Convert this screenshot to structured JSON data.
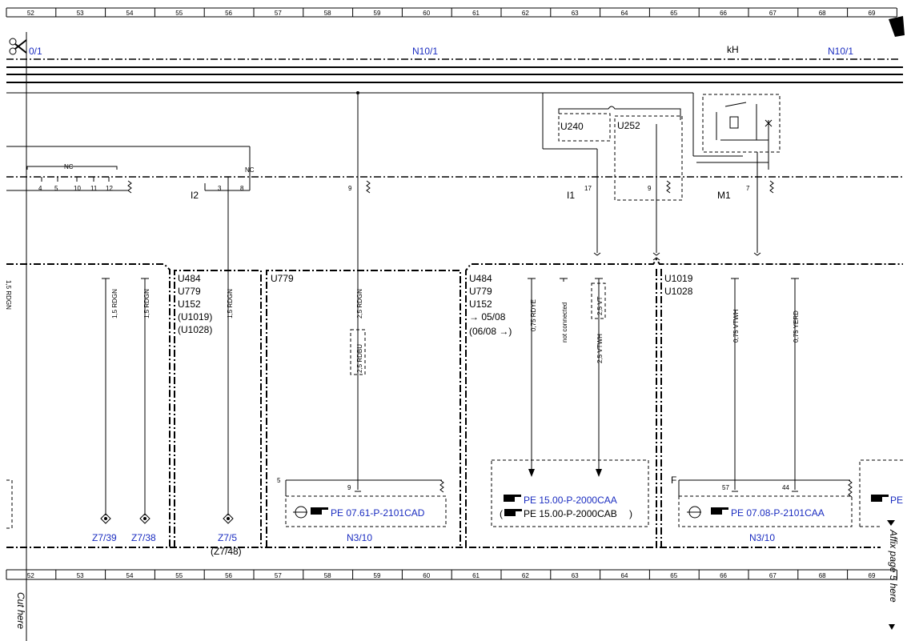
{
  "ruler": {
    "top_numbers": [
      "52",
      "53",
      "54",
      "55",
      "56",
      "57",
      "58",
      "59",
      "60",
      "61",
      "62",
      "63",
      "64",
      "65",
      "66",
      "67",
      "68",
      "69"
    ],
    "bottom_numbers": [
      "52",
      "53",
      "54",
      "55",
      "56",
      "57",
      "58",
      "59",
      "60",
      "61",
      "62",
      "63",
      "64",
      "65",
      "66",
      "67",
      "68",
      "69"
    ]
  },
  "header": {
    "left_label": "0/1",
    "center_label": "N10/1",
    "kh_label": "kH",
    "right_label": "N10/1"
  },
  "upper": {
    "nc_left": "NC",
    "nc_right": "NC",
    "pins_left": [
      "4",
      "5",
      "10",
      "11",
      "12"
    ],
    "pin_3": "3",
    "pin_8": "8",
    "pin_9a": "9",
    "pin_17": "17",
    "pin_9b": "9",
    "pin_7": "7",
    "i2": "I2",
    "i1": "I1",
    "m1": "M1",
    "u240": "U240",
    "u252": "U252"
  },
  "sections": {
    "left_cut": "1,5 RDGN",
    "s1_wires": [
      "1,5 RDGN",
      "1,5 RDGN"
    ],
    "s1_terms": [
      "Z7/39",
      "Z7/38"
    ],
    "s2_codes": [
      "U484",
      "U779",
      "U152",
      "(U1019)",
      "(U1028)"
    ],
    "s2_wire": "1,5 RDGN",
    "s2_term": "Z7/5",
    "s2_term_sub": "(Z7/48)",
    "s3_code": "U779",
    "s3_wire_a": "2,5 RDBU",
    "s3_wire_b": "2,5 RDGN",
    "s3_pin_top": "5",
    "s3_pin": "9",
    "s3_ref": "PE 07.61-P-2101CAD",
    "s3_label": "N3/10",
    "s4_codes": [
      "U484",
      "U779",
      "U152",
      "→ 05/08",
      "(06/08 →)"
    ],
    "s4_wires": [
      "0,75 RDYE",
      "not connected",
      "2,5 VT",
      "2,5 VTWH"
    ],
    "s4_ref": "PE 15.00-P-2000CAA",
    "s4_ref_b": "PE 15.00-P-2000CAB",
    "s4_paren_open": "(",
    "s4_paren_close": ")",
    "s5_codes": [
      "U1019",
      "U1028"
    ],
    "s5_wires": [
      "0,75 VTWH",
      "0,75 YERD"
    ],
    "s5_pin_f": "F",
    "s5_pins": [
      "57",
      "44"
    ],
    "s5_ref": "PE 07.08-P-2101CAA",
    "s5_label": "N3/10",
    "s6_ref": "PE"
  },
  "margin": {
    "affix": "Affix page 5 here",
    "cut": "Cut here"
  },
  "icons": [
    "scissors-icon",
    "hand-pointer-icon",
    "component-symbol-icon",
    "page-corner-icon",
    "arrow-triangle-icon"
  ],
  "colors": {
    "link": "#1a2cc0",
    "line": "#000000"
  }
}
